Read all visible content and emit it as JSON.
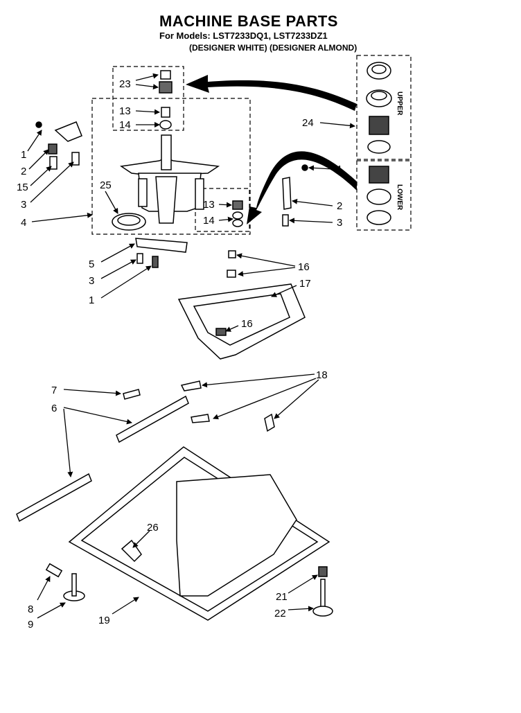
{
  "header": {
    "title": "MACHINE BASE PARTS",
    "models": "For Models: LST7233DQ1, LST7233DZ1",
    "variants": "(DESIGNER WHITE) (DESIGNER ALMOND)"
  },
  "callouts": {
    "c23": "23",
    "c13a": "13",
    "c14a": "14",
    "c24": "24",
    "c1a": "1",
    "c2a": "2",
    "c15": "15",
    "c3a": "3",
    "c25": "25",
    "c4": "4",
    "c1b": "1",
    "c2b": "2",
    "c3b": "3",
    "c13b": "13",
    "c14b": "14",
    "c5": "5",
    "c3c": "3",
    "c1c": "1",
    "c16a": "16",
    "c17": "17",
    "c16b": "16",
    "c7": "7",
    "c6": "6",
    "c18": "18",
    "c26": "26",
    "c8": "8",
    "c9": "9",
    "c19": "19",
    "c21": "21",
    "c22": "22"
  },
  "side_labels": {
    "upper": "UPPER",
    "lower": "LOWER"
  }
}
